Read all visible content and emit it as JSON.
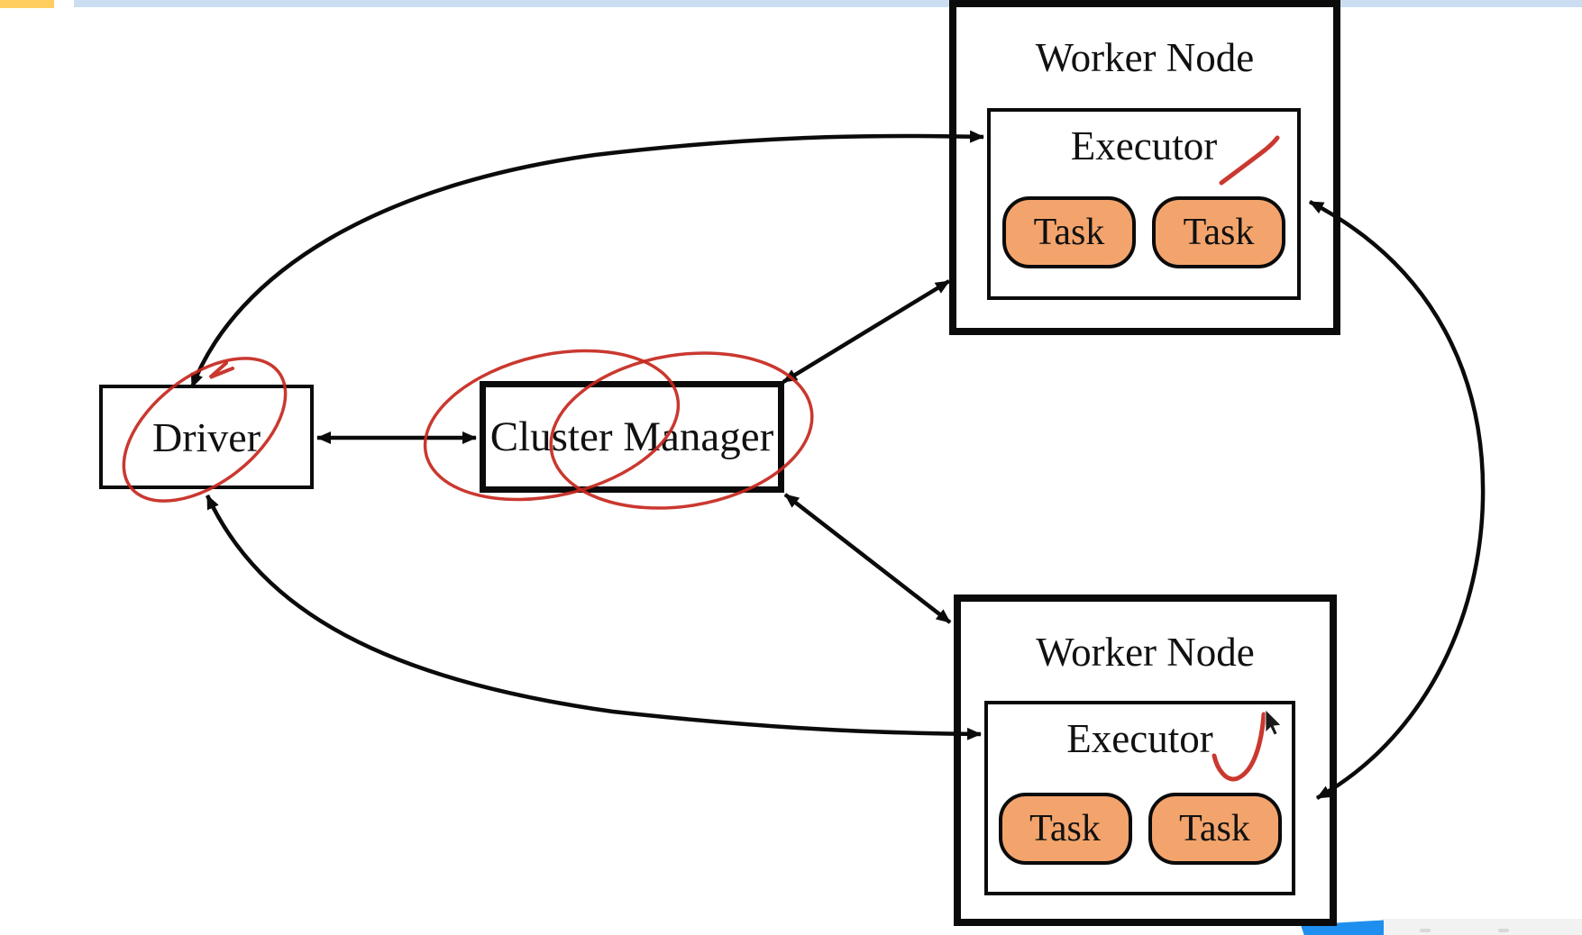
{
  "title": "Spark cluster architecture diagram",
  "colors": {
    "task_fill": "#F3A46C",
    "annotation_red": "#C5271D",
    "top_bar_blue": "#CBDDF1",
    "top_bar_yellow": "#FFCE5F",
    "bottom_blue": "#1F8FEF",
    "bottom_bar_gray": "#F2F2F2"
  },
  "nodes": {
    "driver": {
      "label": "Driver"
    },
    "cluster_manager": {
      "label": "Cluster Manager"
    },
    "worker_top": {
      "title": "Worker Node",
      "executor_label": "Executor",
      "tasks": [
        "Task",
        "Task"
      ]
    },
    "worker_bottom": {
      "title": "Worker Node",
      "executor_label": "Executor",
      "tasks": [
        "Task",
        "Task"
      ]
    }
  },
  "edges": [
    {
      "from": "driver",
      "to": "cluster_manager",
      "direction": "bidirectional",
      "style": "straight"
    },
    {
      "from": "driver",
      "to": "executor_top",
      "direction": "bidirectional",
      "style": "curved"
    },
    {
      "from": "driver",
      "to": "executor_bottom",
      "direction": "bidirectional",
      "style": "curved"
    },
    {
      "from": "cluster_manager",
      "to": "worker_node_top",
      "direction": "bidirectional",
      "style": "straight"
    },
    {
      "from": "cluster_manager",
      "to": "worker_node_bottom",
      "direction": "bidirectional",
      "style": "straight"
    },
    {
      "from": "executor_top",
      "to": "executor_bottom",
      "direction": "bidirectional",
      "style": "curved"
    }
  ],
  "annotations": {
    "driver_circle": "red pen ellipse around Driver",
    "cluster_manager_loops": "red pen double loop around Cluster Manager",
    "executor_top_check": "red pen check mark",
    "executor_bottom_check": "red pen check mark",
    "cursor": "mouse pointer"
  }
}
